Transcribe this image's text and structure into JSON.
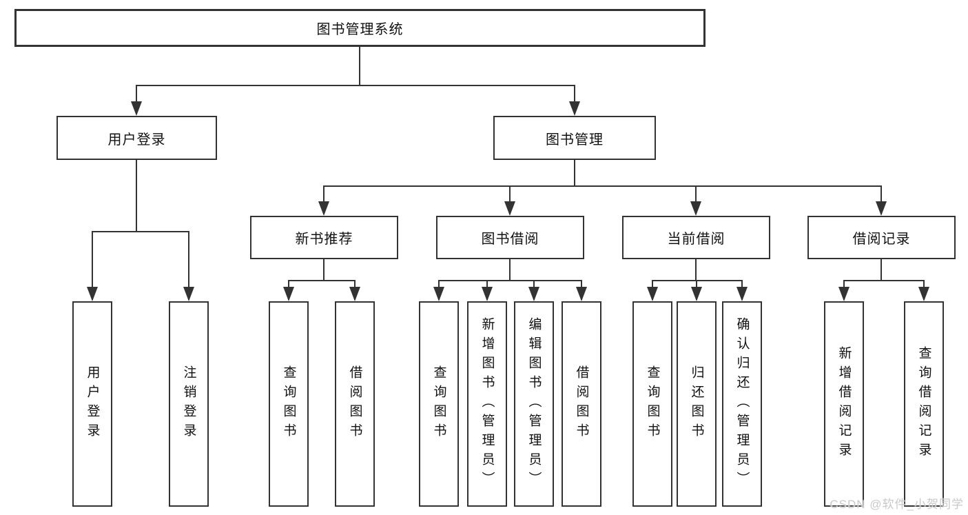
{
  "tree": {
    "root": {
      "label": "图书管理系统"
    },
    "branches": [
      {
        "label": "用户登录",
        "children": [
          {
            "label": "用户登录"
          },
          {
            "label": "注销登录"
          }
        ]
      },
      {
        "label": "图书管理",
        "children": [
          {
            "label": "新书推荐",
            "children": [
              {
                "label": "查询图书"
              },
              {
                "label": "借阅图书"
              }
            ]
          },
          {
            "label": "图书借阅",
            "children": [
              {
                "label": "查询图书"
              },
              {
                "label": "新增图书（管理员）"
              },
              {
                "label": "编辑图书（管理员）"
              },
              {
                "label": "借阅图书"
              }
            ]
          },
          {
            "label": "当前借阅",
            "children": [
              {
                "label": "查询图书"
              },
              {
                "label": "归还图书"
              },
              {
                "label": "确认归还（管理员）"
              }
            ]
          },
          {
            "label": "借阅记录",
            "children": [
              {
                "label": "新增借阅记录"
              },
              {
                "label": "查询借阅记录"
              }
            ]
          }
        ]
      }
    ]
  },
  "watermark": {
    "text": "CSDN @软件_小贺同学",
    "color": "#c9c9c9"
  },
  "colors": {
    "line": "#333333",
    "box_border": "#333333",
    "background": "#ffffff",
    "text": "#111111"
  }
}
